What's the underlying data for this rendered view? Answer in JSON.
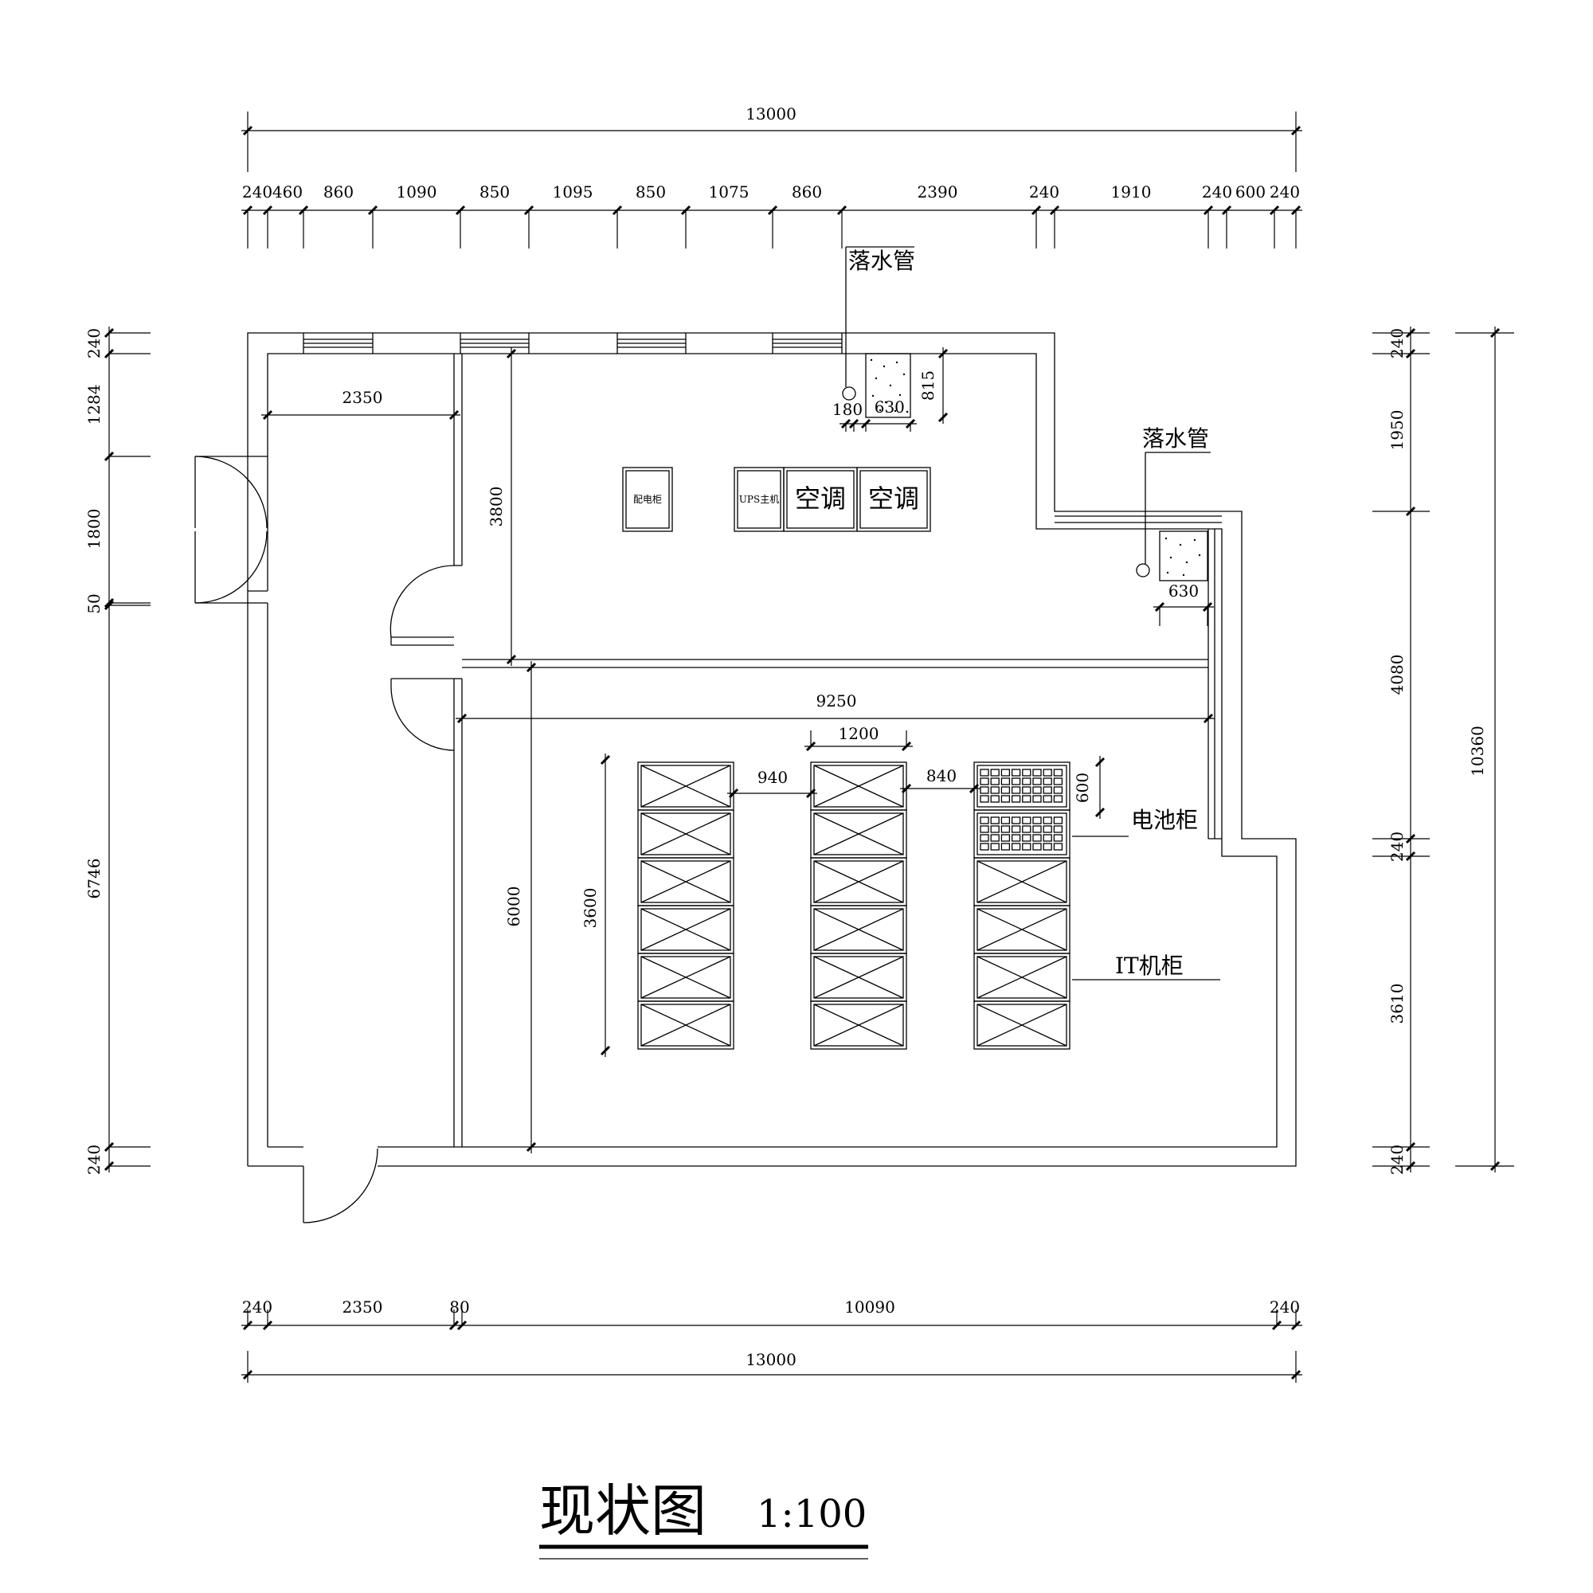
{
  "title": "现状图",
  "scale": "1:100",
  "labels": {
    "downpipe_1": "落水管",
    "downpipe_2": "落水管",
    "distribution_cabinet": "配电柜",
    "ups_host": "UPS主机",
    "ac_1": "空调",
    "ac_2": "空调",
    "battery_cabinet": "电池柜",
    "it_cabinet": "IT机柜"
  },
  "dims": {
    "top_total": "13000",
    "top": [
      "240",
      "460",
      "860",
      "1090",
      "850",
      "1095",
      "850",
      "1075",
      "860",
      "2390",
      "240",
      "1910",
      "240",
      "600",
      "240"
    ],
    "bottom": [
      "240",
      "2350",
      "80",
      "10090",
      "240"
    ],
    "bottom_total": "13000",
    "left": [
      "240",
      "1284",
      "1800",
      "50",
      "6746",
      "240"
    ],
    "right": [
      "240",
      "1950",
      "4080",
      "240",
      "3610",
      "240"
    ],
    "right_total": "10360",
    "inner": {
      "corridor_width": "2350",
      "upper_room_height": "3800",
      "lower_room_height": "6000",
      "lower_room_width": "9250",
      "pit1_width": "630.",
      "pit1_depth": "815",
      "pipe_offset": "180",
      "pit2_width": "630",
      "rack_width": "1200",
      "aisle_1": "940",
      "aisle_2": "840",
      "row_length": "3600",
      "battery_depth": "600"
    }
  }
}
